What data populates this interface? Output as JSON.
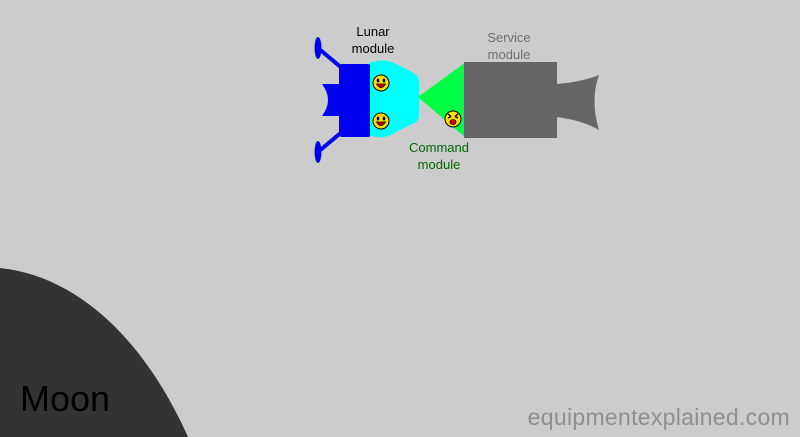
{
  "labels": {
    "lunar_module": "Lunar\nmodule",
    "service_module": "Service\nmodule",
    "command_module": "Command\nmodule",
    "moon": "Moon"
  },
  "watermark": "equipmentexplained.com",
  "colors": {
    "background": "#cccccc",
    "moon": "#333333",
    "lunar_module_body": "#0000ee",
    "lunar_module_cabin": "#00ffff",
    "command_module": "#00ff44",
    "service_module": "#666666",
    "lunar_label_text": "#000000",
    "service_label_text": "#6f6f6f",
    "command_label_text": "#006600",
    "moon_label_text": "#000000",
    "watermark_text": "#8f8f8f",
    "face_fill": "#ffdd00",
    "face_outline": "#000000",
    "mouth": "#dd0000"
  },
  "crew": [
    {
      "module": "lunar",
      "expression": "smile"
    },
    {
      "module": "lunar",
      "expression": "smile"
    },
    {
      "module": "command",
      "expression": "scared"
    }
  ]
}
